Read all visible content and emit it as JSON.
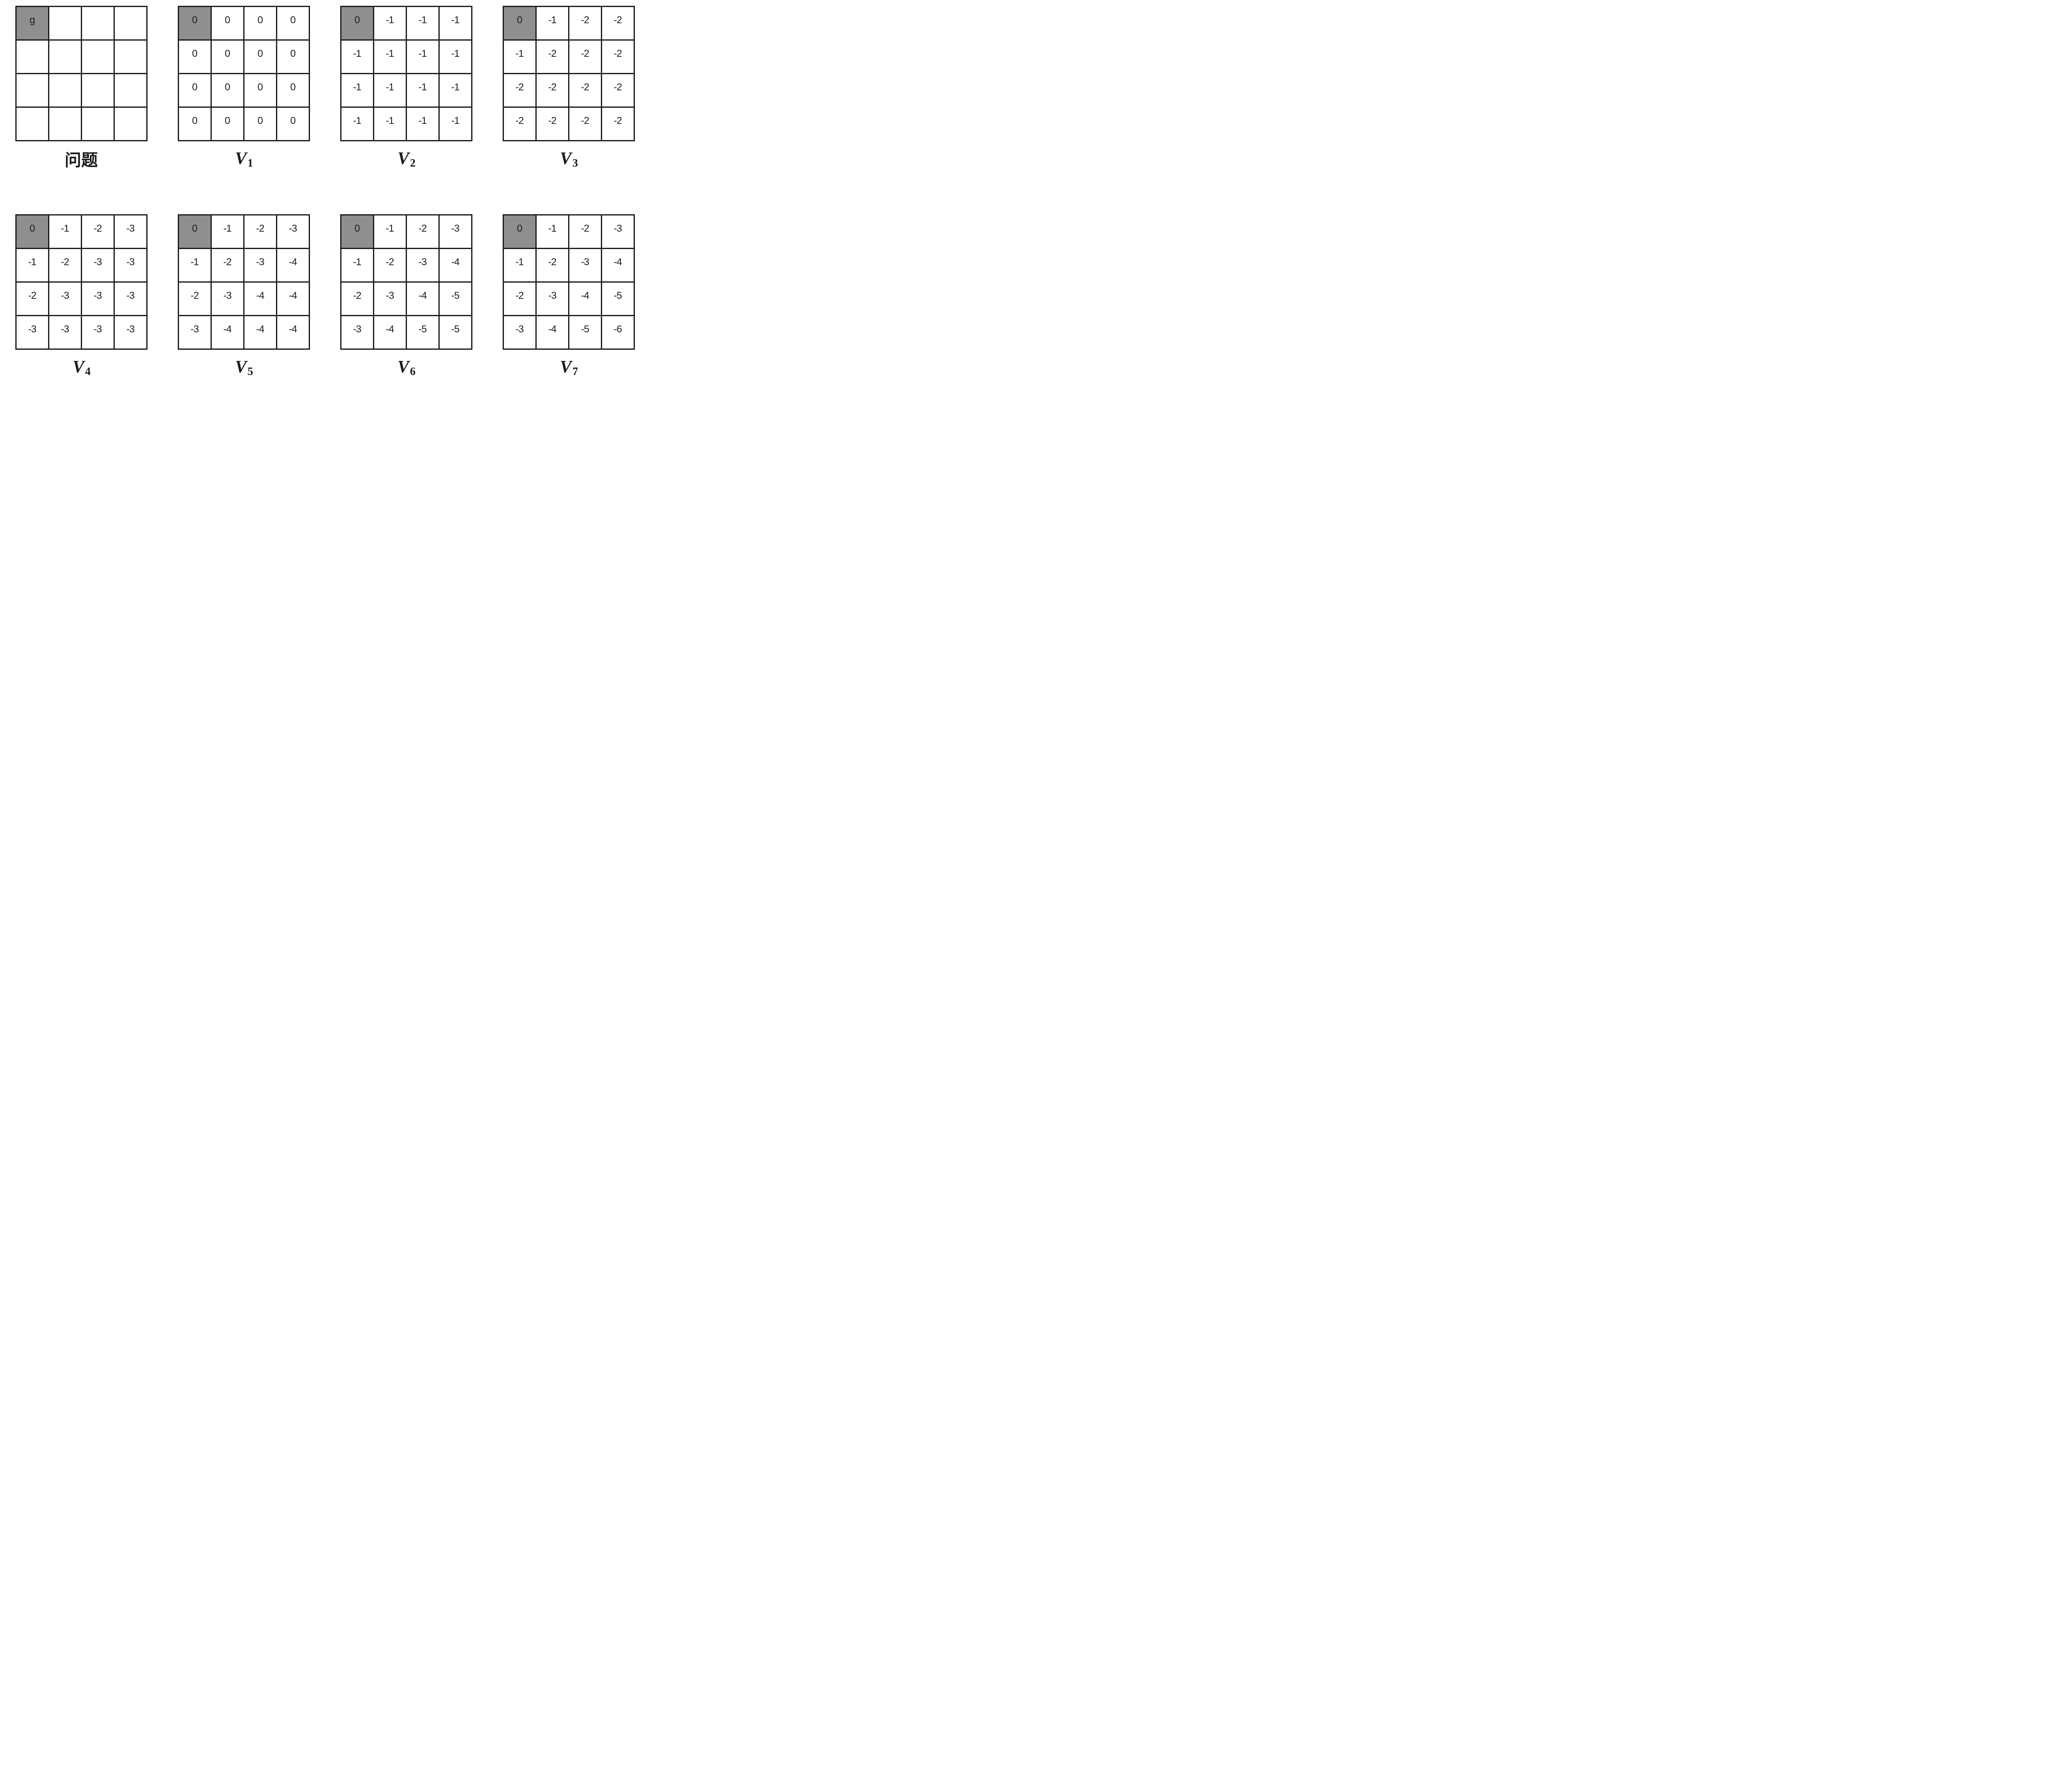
{
  "figure": {
    "description_labels": {
      "problem_label": "问题",
      "value_function_symbol": "V"
    },
    "highlight": {
      "row": 0,
      "col": 0
    },
    "colors": {
      "highlight_bg": "#8f8f8f",
      "cell_bg": "#ffffff",
      "border": "#1b1b1b",
      "text": "#1b1b1b",
      "background": "#ffffff"
    },
    "panels": [
      {
        "key": "problem",
        "label": "问题",
        "cells": [
          [
            "g",
            "",
            "",
            ""
          ],
          [
            "",
            "",
            "",
            ""
          ],
          [
            "",
            "",
            "",
            ""
          ],
          [
            "",
            "",
            "",
            ""
          ]
        ]
      },
      {
        "key": "v1",
        "label_base": "V",
        "label_sub": "1",
        "cells": [
          [
            "0",
            "0",
            "0",
            "0"
          ],
          [
            "0",
            "0",
            "0",
            "0"
          ],
          [
            "0",
            "0",
            "0",
            "0"
          ],
          [
            "0",
            "0",
            "0",
            "0"
          ]
        ]
      },
      {
        "key": "v2",
        "label_base": "V",
        "label_sub": "2",
        "cells": [
          [
            "0",
            "-1",
            "-1",
            "-1"
          ],
          [
            "-1",
            "-1",
            "-1",
            "-1"
          ],
          [
            "-1",
            "-1",
            "-1",
            "-1"
          ],
          [
            "-1",
            "-1",
            "-1",
            "-1"
          ]
        ]
      },
      {
        "key": "v3",
        "label_base": "V",
        "label_sub": "3",
        "cells": [
          [
            "0",
            "-1",
            "-2",
            "-2"
          ],
          [
            "-1",
            "-2",
            "-2",
            "-2"
          ],
          [
            "-2",
            "-2",
            "-2",
            "-2"
          ],
          [
            "-2",
            "-2",
            "-2",
            "-2"
          ]
        ]
      },
      {
        "key": "v4",
        "label_base": "V",
        "label_sub": "4",
        "cells": [
          [
            "0",
            "-1",
            "-2",
            "-3"
          ],
          [
            "-1",
            "-2",
            "-3",
            "-3"
          ],
          [
            "-2",
            "-3",
            "-3",
            "-3"
          ],
          [
            "-3",
            "-3",
            "-3",
            "-3"
          ]
        ]
      },
      {
        "key": "v5",
        "label_base": "V",
        "label_sub": "5",
        "cells": [
          [
            "0",
            "-1",
            "-2",
            "-3"
          ],
          [
            "-1",
            "-2",
            "-3",
            "-4"
          ],
          [
            "-2",
            "-3",
            "-4",
            "-4"
          ],
          [
            "-3",
            "-4",
            "-4",
            "-4"
          ]
        ]
      },
      {
        "key": "v6",
        "label_base": "V",
        "label_sub": "6",
        "cells": [
          [
            "0",
            "-1",
            "-2",
            "-3"
          ],
          [
            "-1",
            "-2",
            "-3",
            "-4"
          ],
          [
            "-2",
            "-3",
            "-4",
            "-5"
          ],
          [
            "-3",
            "-4",
            "-5",
            "-5"
          ]
        ]
      },
      {
        "key": "v7",
        "label_base": "V",
        "label_sub": "7",
        "cells": [
          [
            "0",
            "-1",
            "-2",
            "-3"
          ],
          [
            "-1",
            "-2",
            "-3",
            "-4"
          ],
          [
            "-2",
            "-3",
            "-4",
            "-5"
          ],
          [
            "-3",
            "-4",
            "-5",
            "-6"
          ]
        ]
      }
    ]
  }
}
